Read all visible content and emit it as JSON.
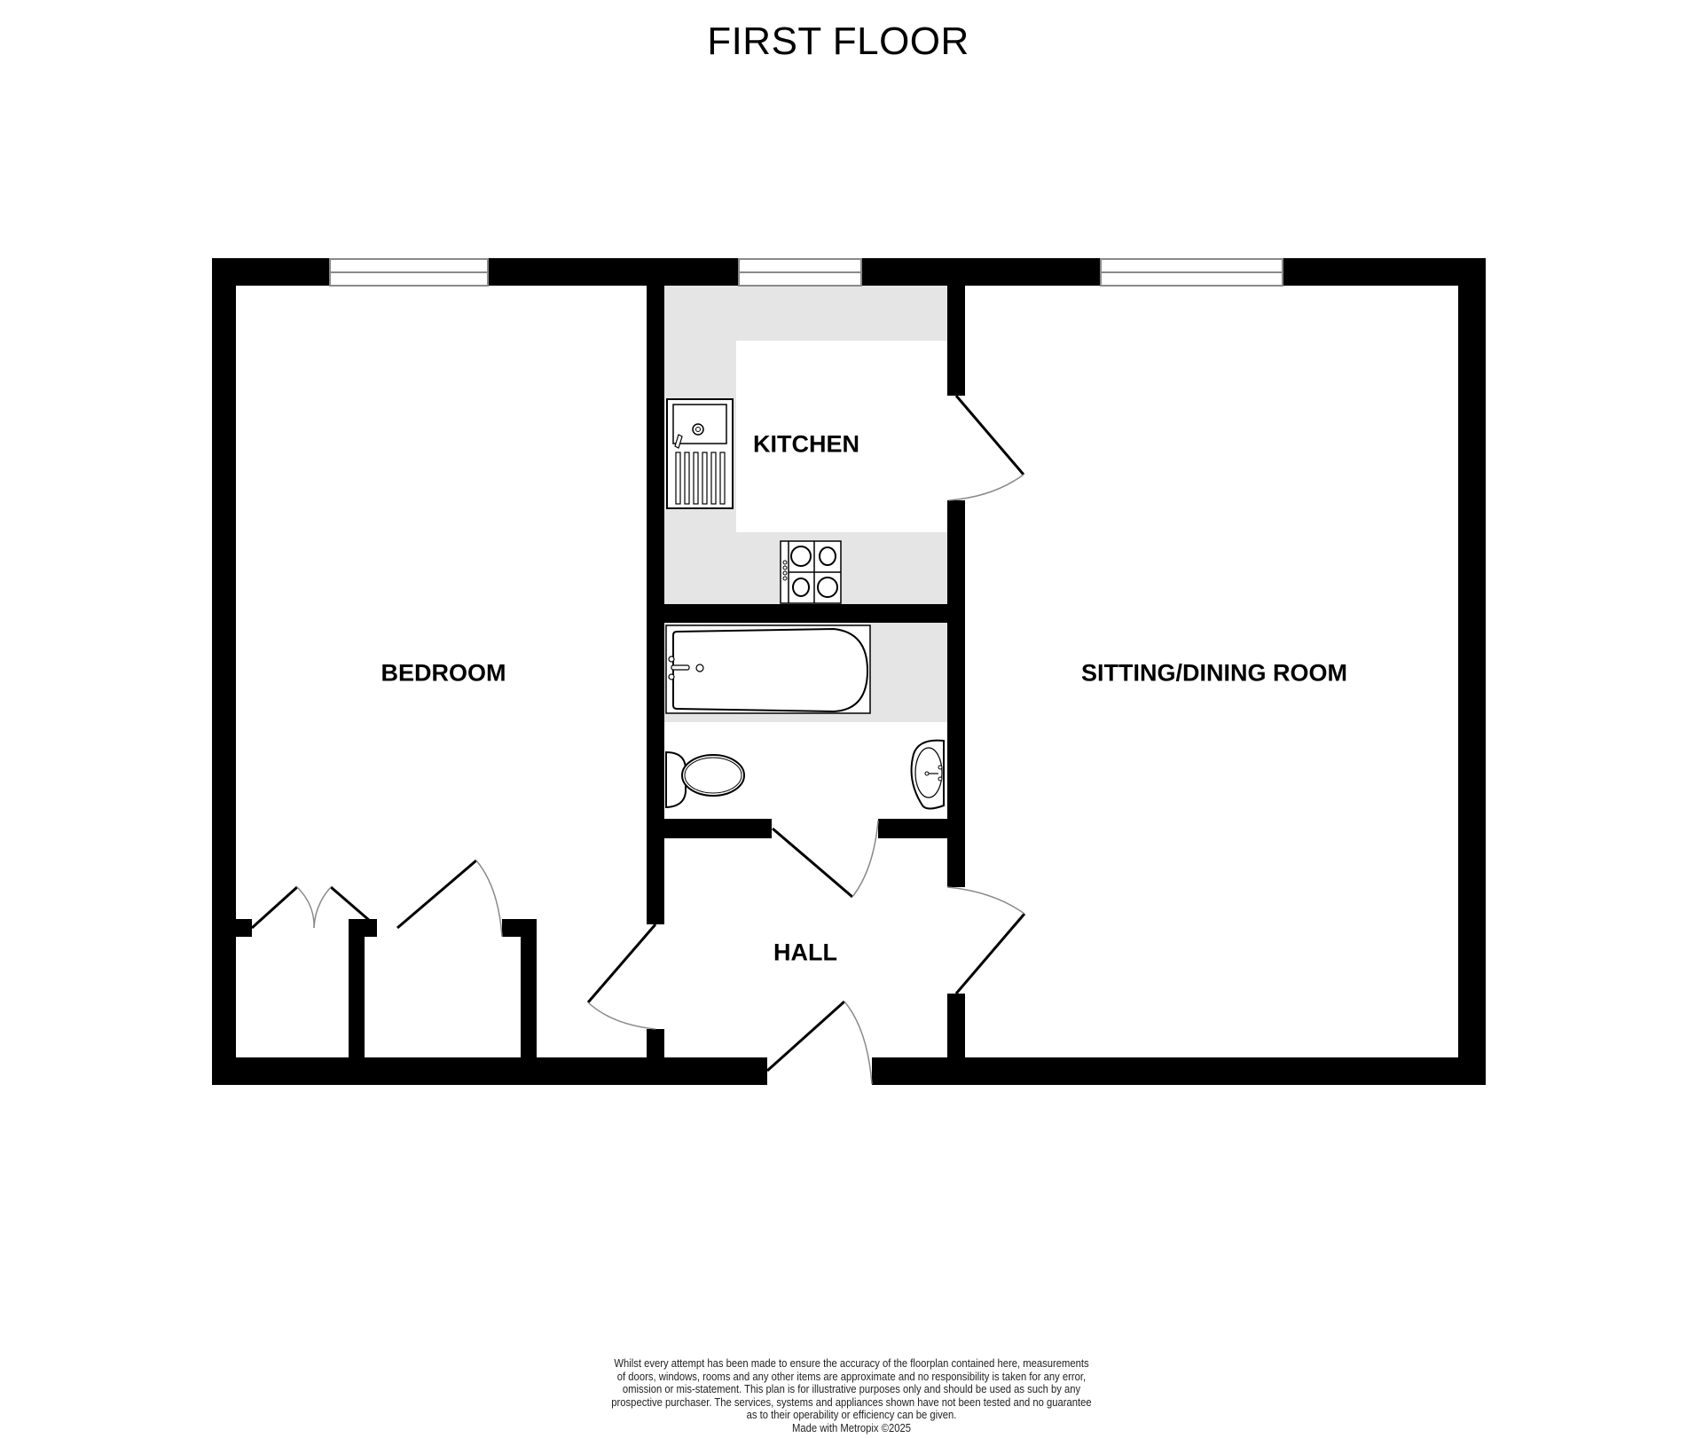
{
  "title": "FIRST FLOOR",
  "rooms": {
    "bedroom": "BEDROOM",
    "kitchen": "KITCHEN",
    "sitting_dining": "SITTING/DINING ROOM",
    "hall": "HALL"
  },
  "colors": {
    "wall": "#000000",
    "counter": "#e5e5e5",
    "window_line": "#8a8a8a",
    "door_arc": "#8a8a8a",
    "background": "#ffffff"
  },
  "disclaimer": {
    "lines": [
      "Whilst every attempt has been made to ensure the accuracy of the floorplan contained here, measurements",
      "of doors, windows, rooms and any other items are approximate and no responsibility is taken for any error,",
      "omission or mis-statement. This plan is for illustrative purposes only and should be used as such by any",
      "prospective purchaser. The services, systems and appliances shown have not been tested and no guarantee",
      "as to their operability or efficiency can be given."
    ],
    "credit": "Made with Metropix ©2025"
  }
}
